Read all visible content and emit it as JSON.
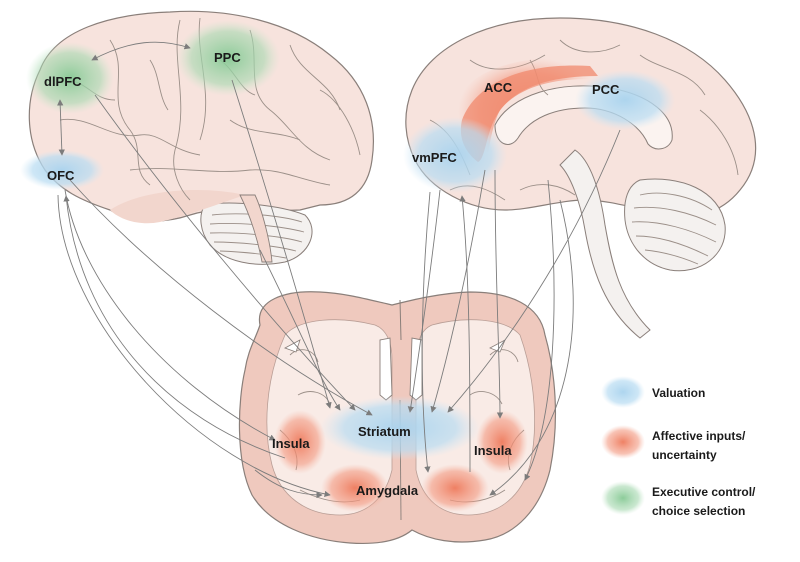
{
  "regions": {
    "dlpfc": "dlPFC",
    "ppc": "PPC",
    "ofc": "OFC",
    "acc": "ACC",
    "pcc": "PCC",
    "vmpfc": "vmPFC",
    "striatum": "Striatum",
    "insula_left": "Insula",
    "insula_right": "Insula",
    "amygdala": "Amygdala"
  },
  "legend": [
    {
      "label_line1": "Valuation",
      "label_line2": "",
      "color": "#a9d3ee"
    },
    {
      "label_line1": "Affective inputs/",
      "label_line2": "uncertainty",
      "color": "#f0876a"
    },
    {
      "label_line1": "Executive control/",
      "label_line2": "choice selection",
      "color": "#8fcf9c"
    }
  ],
  "colors": {
    "brain_fill": "#f7e3dd",
    "brain_dark": "#e9c7bc",
    "cerebellum": "#f4f1ef",
    "valuation": "#a9d3ee",
    "affective": "#f0876a",
    "executive": "#8fcf9c",
    "arrow": "#7c7c7c"
  }
}
